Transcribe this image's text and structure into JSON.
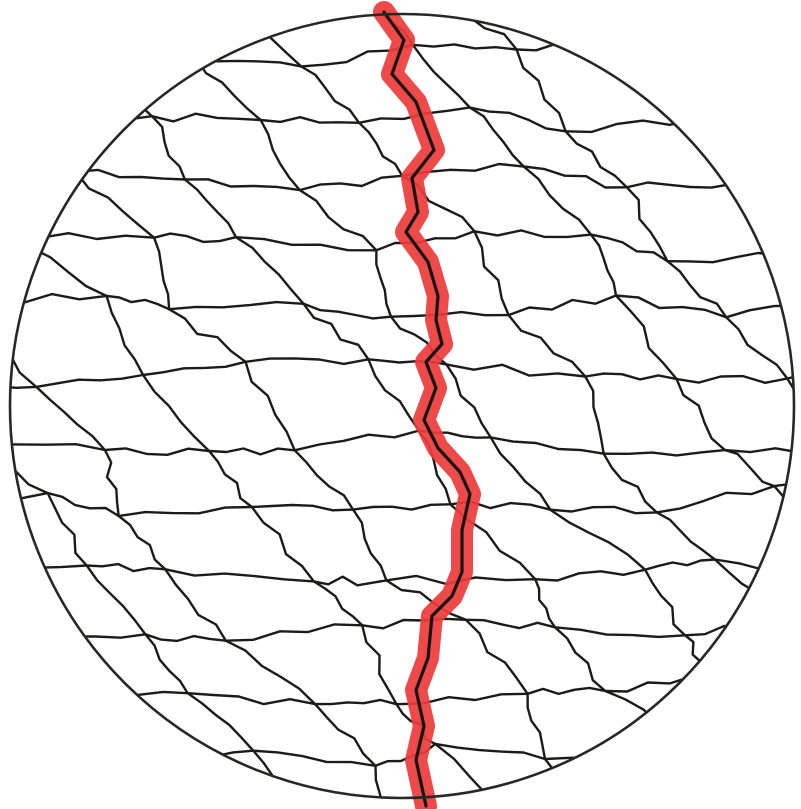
{
  "diagram": {
    "kind": "grain-boundary-micrograph",
    "shape": "circular-field-of-view",
    "colors": {
      "background": "#ffffff",
      "grain_boundary": "#1e1a1a",
      "field_outline": "#2a2626",
      "crack_highlight": "#ee3b3b",
      "crack_line": "#161212"
    },
    "features": {
      "grain_network": "polygonal-grains",
      "highlighted_path": "intergranular-crack-vertical"
    }
  }
}
